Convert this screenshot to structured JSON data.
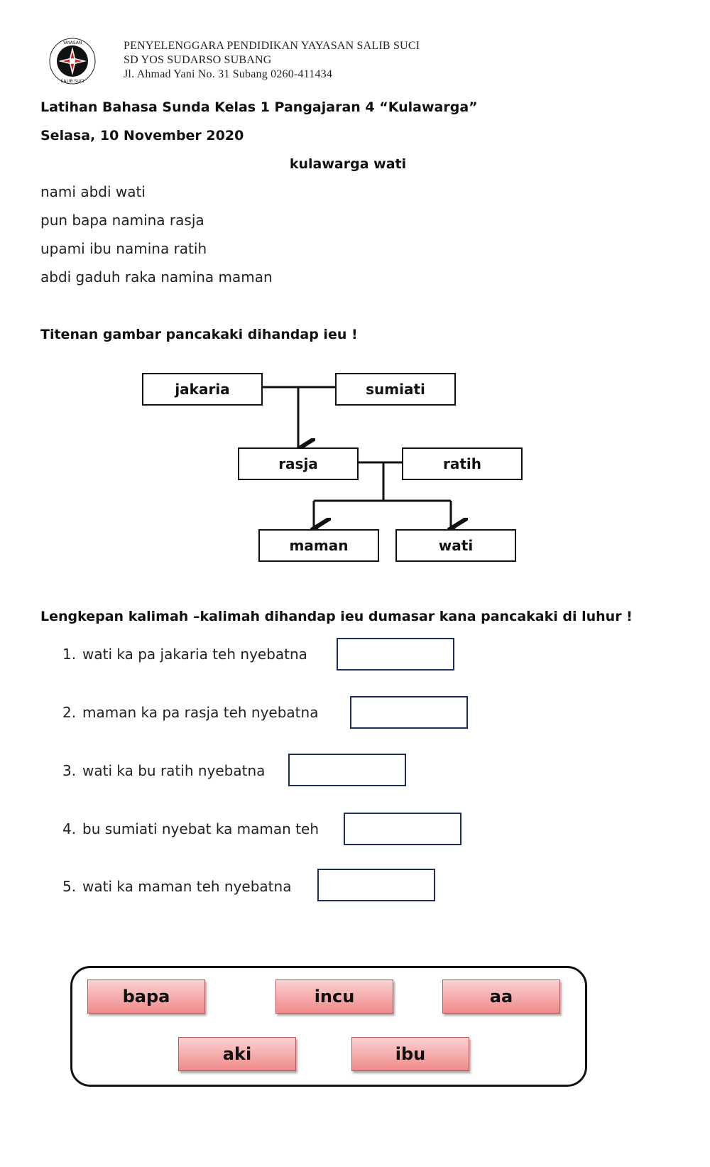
{
  "header": {
    "line1": "PENYELENGGARA PENDIDIKAN YAYASAN SALIB SUCI",
    "line2": "SD YOS SUDARSO SUBANG",
    "line3": "Jl. Ahmad Yani No. 31 Subang 0260-411434",
    "logo_text": "YAYASAN SALIB SUCI"
  },
  "title": "Latihan Bahasa Sunda Kelas 1 Pangajaran 4 “Kulawarga”",
  "date": "Selasa, 10 November 2020",
  "reading": {
    "heading": "kulawarga wati",
    "lines": [
      "nami abdi wati",
      "pun bapa namina rasja",
      "upami ibu namina ratih",
      "abdi gaduh raka namina maman"
    ]
  },
  "instruction1": "Titenan gambar pancakaki dihandap ieu !",
  "tree": {
    "grandfather": "jakaria",
    "grandmother": "sumiati",
    "father": "rasja",
    "mother": "ratih",
    "child1": "maman",
    "child2": "wati"
  },
  "instruction2": "Lengkepan kalimah –kalimah dihandap ieu dumasar kana pancakaki di luhur !",
  "questions": [
    {
      "num": "1.",
      "text": "wati ka pa jakaria teh nyebatna"
    },
    {
      "num": "2.",
      "text": "maman ka pa rasja teh nyebatna"
    },
    {
      "num": "3.",
      "text": "wati ka bu ratih nyebatna"
    },
    {
      "num": "4.",
      "text": "bu sumiati nyebat ka maman teh"
    },
    {
      "num": "5.",
      "text": "wati ka maman teh nyebatna"
    }
  ],
  "word_bank": [
    "bapa",
    "incu",
    "aa",
    "aki",
    "ibu"
  ],
  "colors": {
    "chip_top": "#fbd2d2",
    "chip_bottom": "#f08a8a",
    "answer_border": "#1f2d5c"
  }
}
